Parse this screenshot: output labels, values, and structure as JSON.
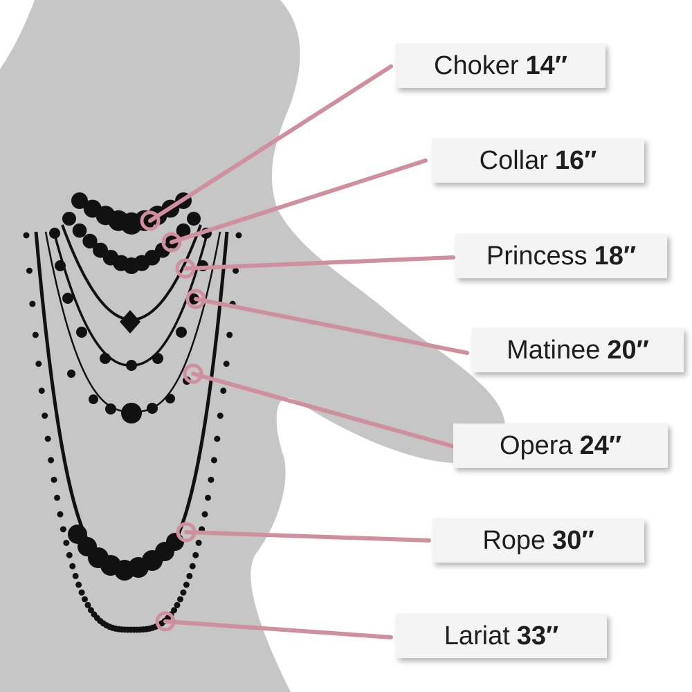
{
  "colors": {
    "background": "#ffffff",
    "silhouette": "#c6c6c6",
    "beads": "#111111",
    "leader": "#cf8f9e"
  },
  "labels": [
    {
      "name": "Choker",
      "length": "14″"
    },
    {
      "name": "Collar",
      "length": "16″"
    },
    {
      "name": "Princess",
      "length": "18″"
    },
    {
      "name": "Matinee",
      "length": "20″"
    },
    {
      "name": "Opera",
      "length": "24″"
    },
    {
      "name": "Rope",
      "length": "30″"
    },
    {
      "name": "Lariat",
      "length": "33″"
    }
  ]
}
